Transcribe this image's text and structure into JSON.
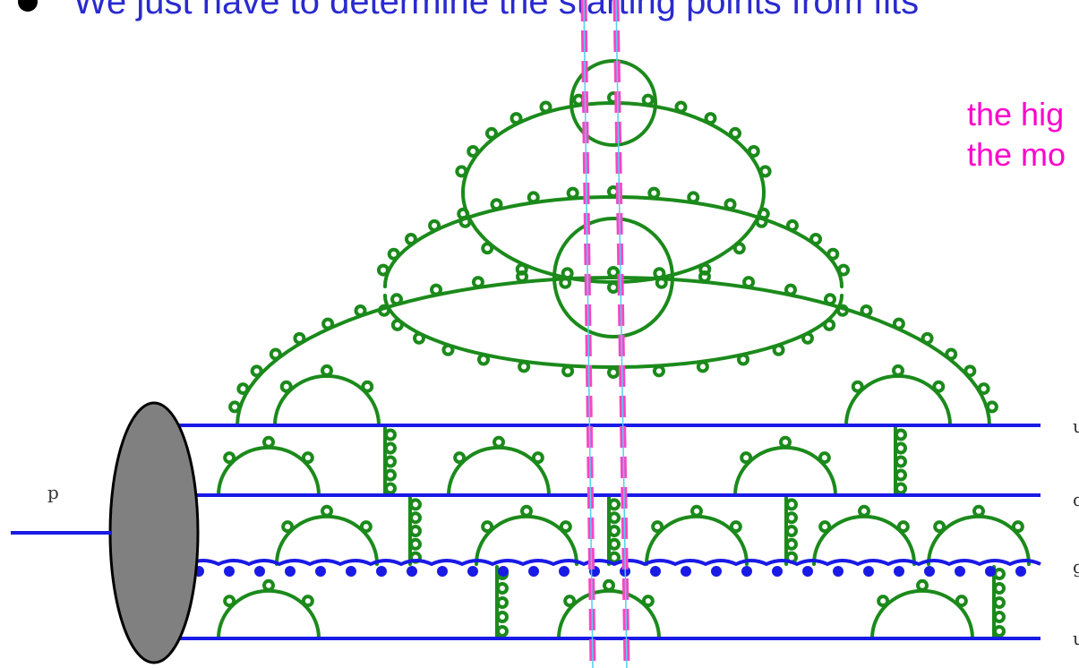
{
  "slide": {
    "title": "We just have to determine the starting points from fits"
  },
  "annotation": {
    "line1": "the hig",
    "line2": "the mo",
    "color": "#ff00cc"
  },
  "diagram": {
    "proton_label": "p",
    "parton_labels": [
      "u",
      "d",
      "g",
      "u"
    ],
    "colors": {
      "quark": "#1a1ae6",
      "gluon": "#1b8a1b",
      "proton_blob": "#808080",
      "cut_line": "#ff44c4",
      "cut_line_inner": "#50d0f0"
    }
  }
}
